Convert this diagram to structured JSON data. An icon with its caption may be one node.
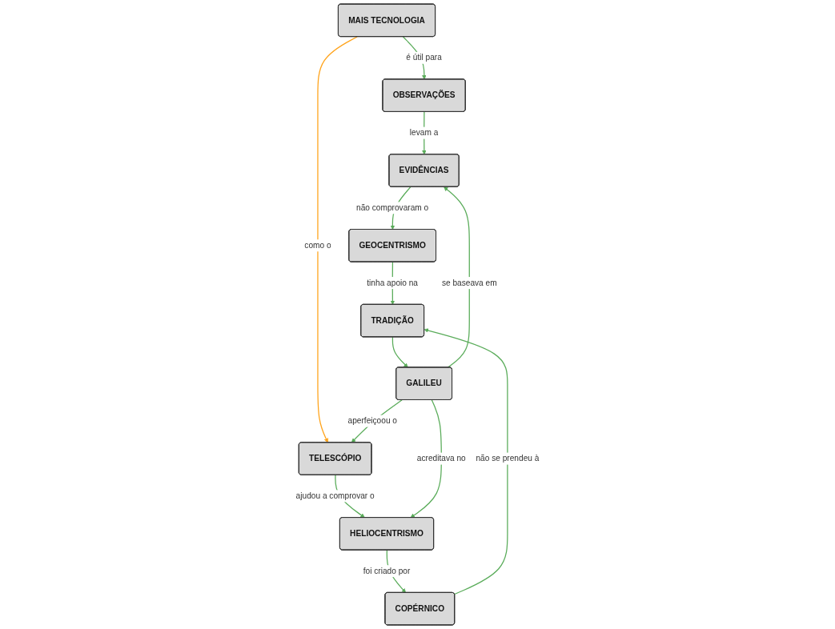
{
  "diagram": {
    "nodes": [
      {
        "text": [
          "MAIS TECNOLOGIA"
        ]
      },
      {
        "text": [
          "OBSERVAÇÕES"
        ]
      },
      {
        "text": [
          "TELESCÓPIO"
        ]
      },
      {
        "text": [
          "EVIDÊNCIAS"
        ]
      },
      {
        "text": [
          "GALILEU"
        ]
      },
      {
        "text": [
          "HELIOCENTRISMO"
        ]
      },
      {
        "text": [
          "GEOCENTRISMO"
        ]
      },
      {
        "text": [
          "COPÉRNICO"
        ]
      },
      {
        "text": [
          "TRADIÇÃO"
        ]
      }
    ],
    "edges": [
      {
        "from": 0,
        "to": 1,
        "arrow": "to",
        "label": "é útil para"
      },
      {
        "from": 0,
        "to": 2,
        "arrow": "to",
        "label": "como o",
        "color": "#ffa31a"
      },
      {
        "from": 1,
        "to": 3,
        "arrow": "to",
        "label": "levam a"
      },
      {
        "from": 4,
        "to": 2,
        "arrow": "to",
        "label": "aperfeiçoou o"
      },
      {
        "from": 2,
        "to": 5,
        "arrow": "to",
        "label": "ajudou a comprovar o"
      },
      {
        "from": 4,
        "to": 3,
        "arrow": "to",
        "label": "se baseava em"
      },
      {
        "from": 4,
        "to": 5,
        "arrow": "to",
        "label": "acreditava no"
      },
      {
        "from": 3,
        "to": 6,
        "arrow": "to",
        "label": "não comprovaram o"
      },
      {
        "from": 5,
        "to": 7,
        "arrow": "to",
        "label": "foi criado por"
      },
      {
        "from": 6,
        "to": 8,
        "arrow": "to",
        "label": "tinha apoio na"
      },
      {
        "from": 8,
        "to": 4,
        "arrow": "to"
      },
      {
        "from": 7,
        "to": 8,
        "arrow": "to",
        "label": "não se prendeu à"
      }
    ]
  }
}
